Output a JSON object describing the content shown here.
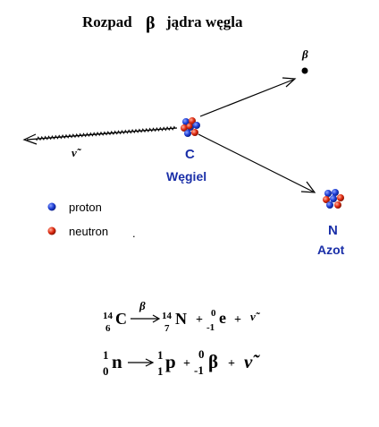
{
  "title": {
    "text_before": "Rozpad",
    "beta": "β",
    "text_after": "jądra węgla"
  },
  "particles": {
    "beta_label": "β",
    "antineutrino_label": "ν̃"
  },
  "nuclei": {
    "carbon": {
      "symbol": "C",
      "name": "Węgiel"
    },
    "nitrogen": {
      "symbol": "N",
      "name": "Azot"
    }
  },
  "legend": {
    "proton": "proton",
    "neutron": "neutron",
    "dot": "."
  },
  "equation1": {
    "carbon_mass": "14",
    "carbon_atomic": "6",
    "carbon_symbol": "C",
    "arrow_label": "β",
    "nitrogen_mass": "14",
    "nitrogen_atomic": "7",
    "nitrogen_symbol": "N",
    "plus1": "+",
    "electron_mass": "0",
    "electron_charge": "-1",
    "electron_symbol": "e",
    "plus2": "+",
    "antineutrino": "ν̃"
  },
  "equation2": {
    "neutron_mass": "1",
    "neutron_atomic": "0",
    "neutron_symbol": "n",
    "proton_mass": "1",
    "proton_atomic": "1",
    "proton_symbol": "p",
    "plus1": "+",
    "beta_mass": "0",
    "beta_charge": "-1",
    "beta_symbol": "β",
    "plus2": "+",
    "antineutrino": "ν̃"
  },
  "colors": {
    "proton": "#1f3fd6",
    "neutron": "#e02a10",
    "label_blue": "#1a2fa8",
    "line": "#000000"
  }
}
